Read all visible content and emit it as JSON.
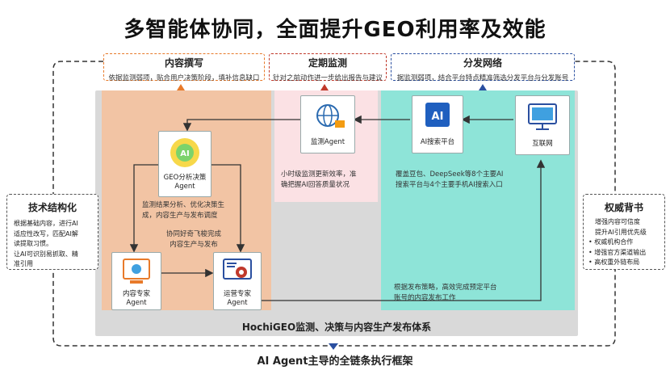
{
  "title": "多智能体协同，全面提升GEO利用率及效能",
  "headers": {
    "content_writing": {
      "title": "内容撰写",
      "desc": "依据监测弱项，贴合用户决策阶段，填补信息缺口"
    },
    "regular_monitoring": {
      "title": "定期监测",
      "desc": "针对之前动作进一步给出报告与建议"
    },
    "distribution_network": {
      "title": "分发网络",
      "desc": "据监测弱项，结合平台特点精准筛选分发平台与分发账号"
    }
  },
  "left_panel": {
    "title": "技术结构化",
    "lines": [
      "根据基础内容，进行AI",
      "适应性改写，匹配AI解",
      "读提取习惯。",
      "让AI可识别易抓取、精",
      "准引用"
    ]
  },
  "right_panel": {
    "title": "权威背书",
    "items": [
      "增强内容可信度",
      "提升AI引用优先级",
      "权威机构合作",
      "增强官方渠道输出",
      "高权重外链布局"
    ]
  },
  "nodes": {
    "monitor_agent": "监测Agent",
    "ai_search_platform": "AI搜索平台",
    "internet": "互联网",
    "geo_decision_agent": [
      "GEO分析决策",
      "Agent"
    ],
    "content_expert_agent": [
      "内容专家",
      "Agent"
    ],
    "ops_expert_agent": [
      "运营专家",
      "Agent"
    ],
    "ai_logo": "AI"
  },
  "notes": {
    "monitor_note": [
      "小时级监测更新效率，准",
      "确把握AI回答质量状况"
    ],
    "platform_note": [
      "覆盖豆包、DeepSeek等8个主要AI",
      "搜索平台与4个主要手机AI搜索入口"
    ],
    "decision_note": [
      "监测结果分析、优化决策生",
      "成，内容生产与发布调度"
    ],
    "collab_note": [
      "协同好奇飞梭完成",
      "内容生产与发布"
    ],
    "publish_note": [
      "根据发布策略，高效完成预定平台",
      "账号的内容发布工作"
    ]
  },
  "system_label": "HochiGEO监测、决策与内容生产发布体系",
  "footer_label": "AI Agent主导的全链条执行框架",
  "colors": {
    "orange_zone": "#f2c4a4",
    "pink_zone": "#fbe1e4",
    "teal_zone": "#8ee4d8",
    "gray_frame": "#d9d9d9",
    "orange_accent": "#e87a2a",
    "red_accent": "#c0392b",
    "blue_accent": "#2a4fa0"
  }
}
